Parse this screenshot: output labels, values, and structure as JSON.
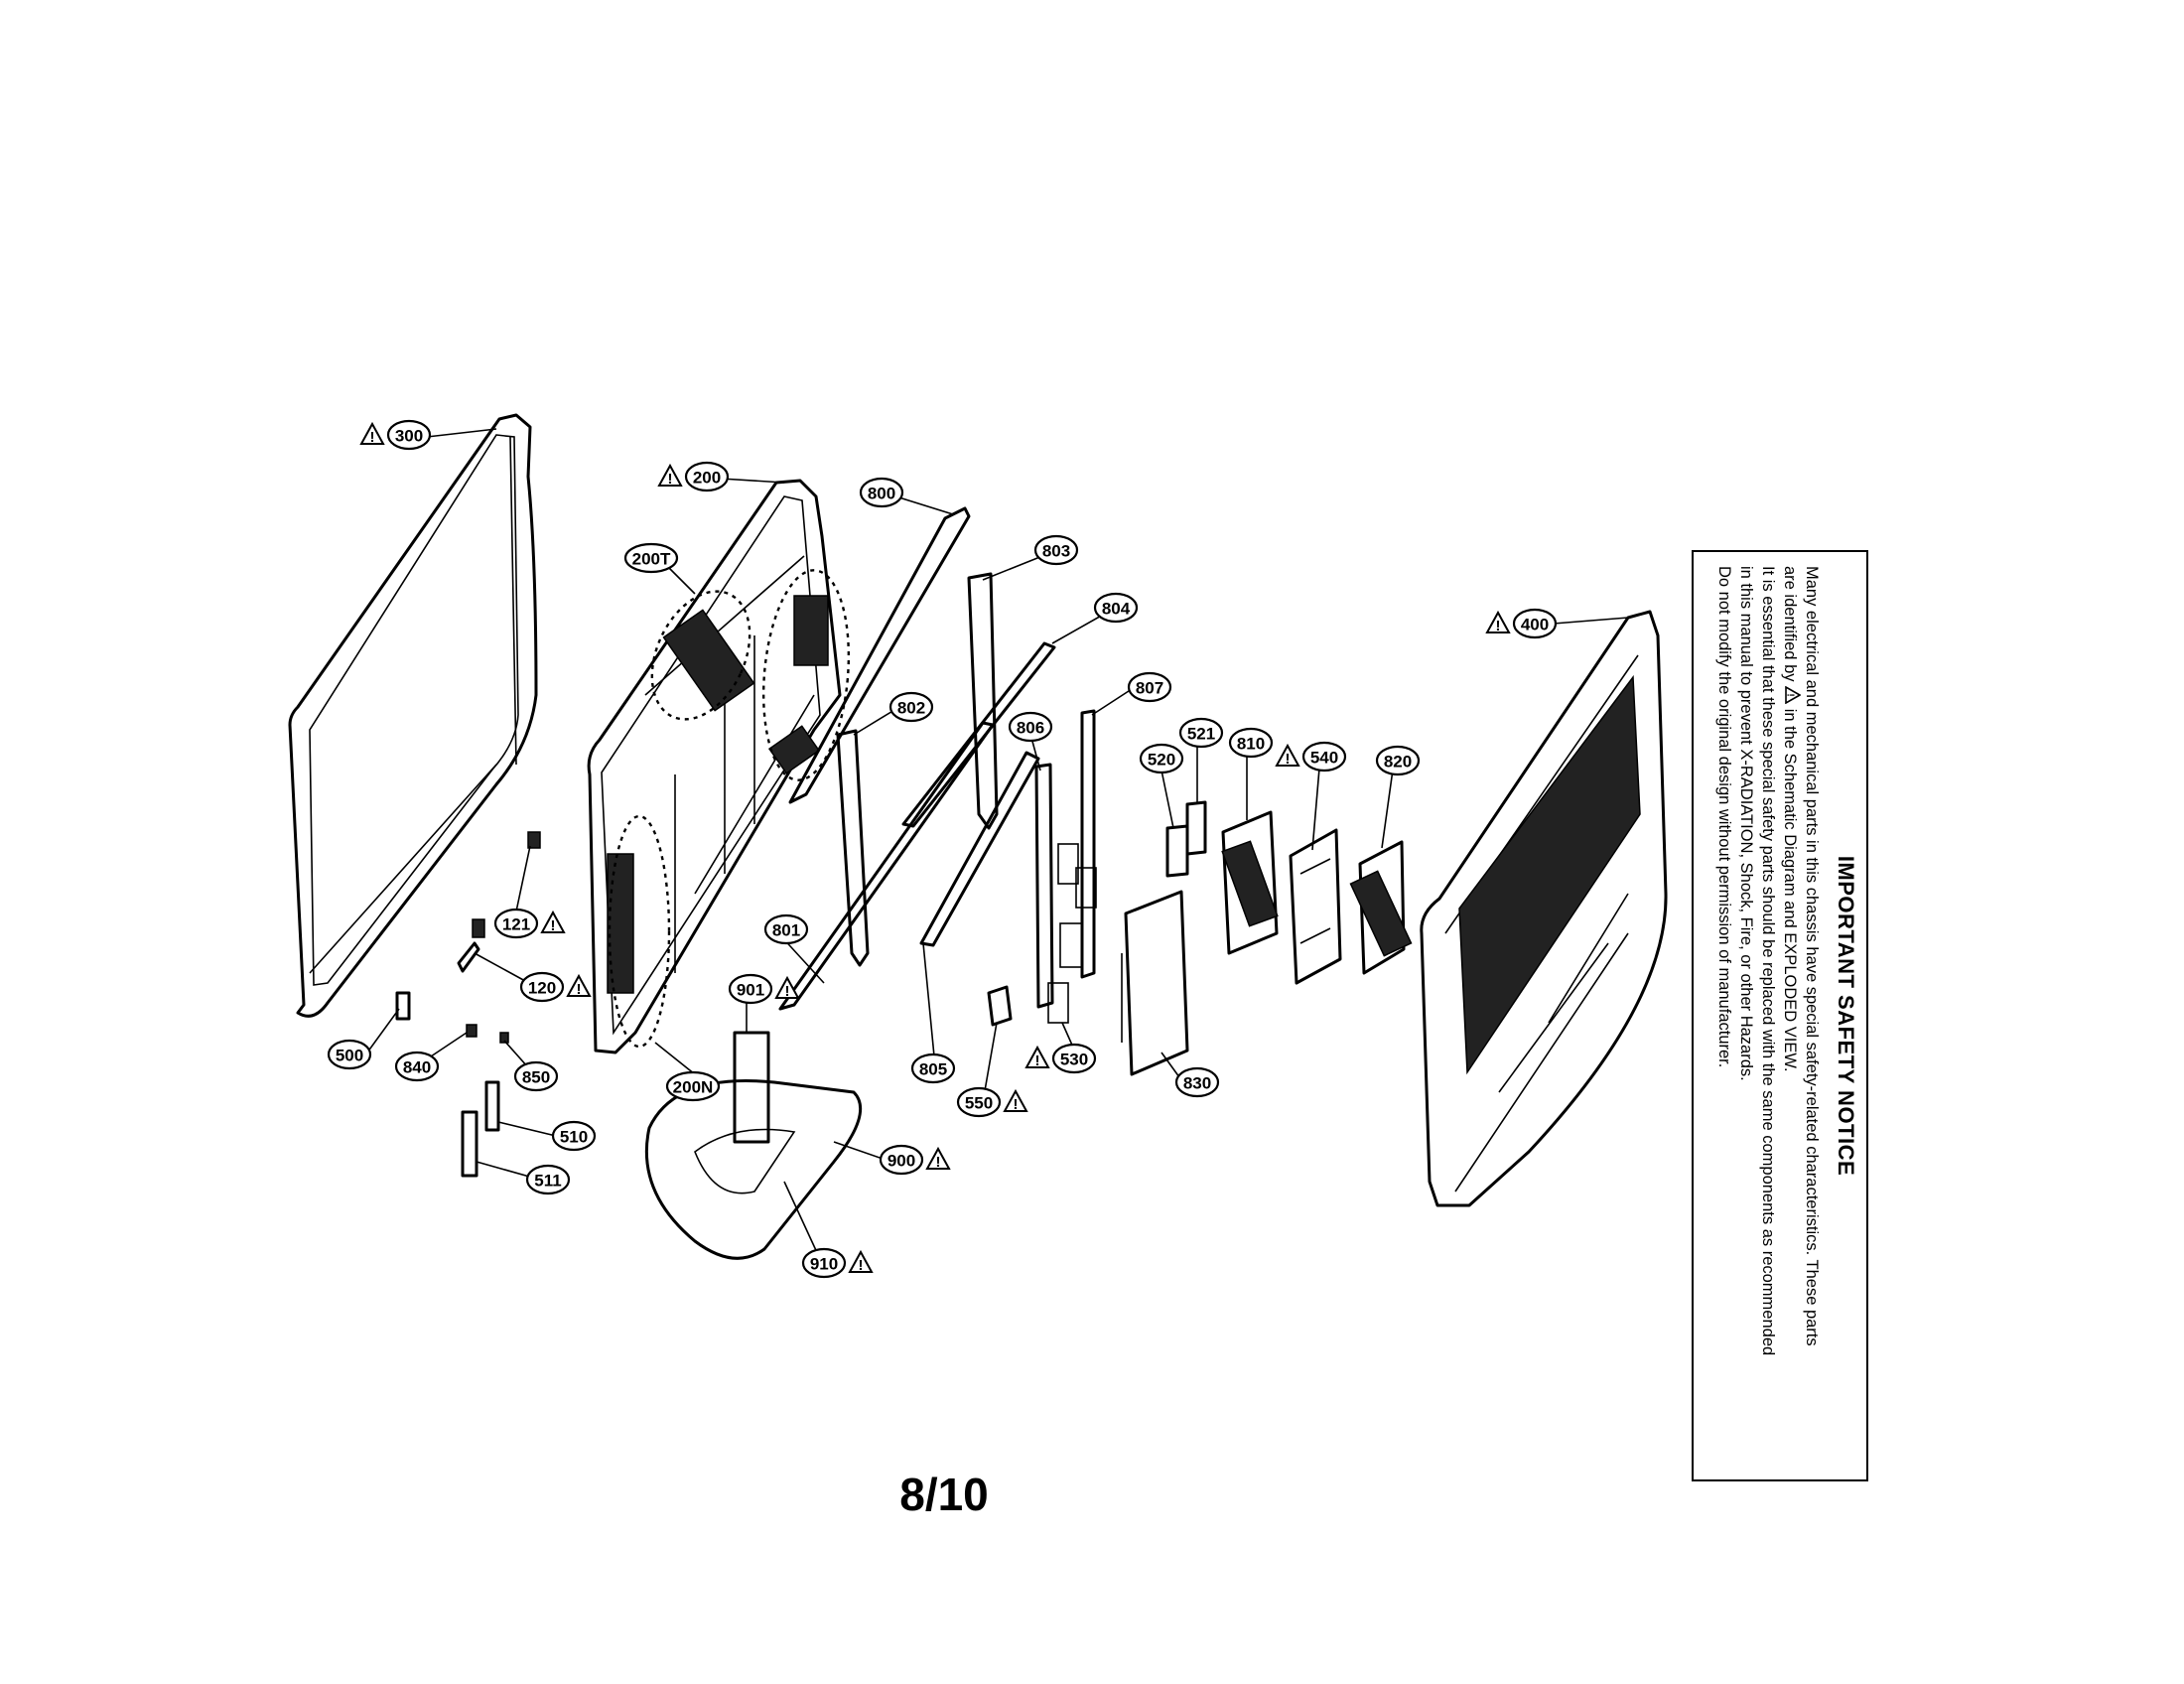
{
  "diagram": {
    "callouts": [
      {
        "id": "c300",
        "label": "300",
        "warning": true
      },
      {
        "id": "c200",
        "label": "200",
        "warning": true
      },
      {
        "id": "c200T",
        "label": "200T",
        "warning": false
      },
      {
        "id": "c800",
        "label": "800",
        "warning": false
      },
      {
        "id": "c803",
        "label": "803",
        "warning": false
      },
      {
        "id": "c804",
        "label": "804",
        "warning": false
      },
      {
        "id": "c802",
        "label": "802",
        "warning": false
      },
      {
        "id": "c807",
        "label": "807",
        "warning": false
      },
      {
        "id": "c806",
        "label": "806",
        "warning": false
      },
      {
        "id": "c520",
        "label": "520",
        "warning": false
      },
      {
        "id": "c521",
        "label": "521",
        "warning": false
      },
      {
        "id": "c810",
        "label": "810",
        "warning": false
      },
      {
        "id": "c540",
        "label": "540",
        "warning": true
      },
      {
        "id": "c820",
        "label": "820",
        "warning": false
      },
      {
        "id": "c400",
        "label": "400",
        "warning": true
      },
      {
        "id": "c121",
        "label": "121",
        "warning": true
      },
      {
        "id": "c120",
        "label": "120",
        "warning": true
      },
      {
        "id": "c801",
        "label": "801",
        "warning": false
      },
      {
        "id": "c901",
        "label": "901",
        "warning": true
      },
      {
        "id": "c500",
        "label": "500",
        "warning": false
      },
      {
        "id": "c840",
        "label": "840",
        "warning": false
      },
      {
        "id": "c850",
        "label": "850",
        "warning": false
      },
      {
        "id": "c200N",
        "label": "200N",
        "warning": false
      },
      {
        "id": "c805",
        "label": "805",
        "warning": false
      },
      {
        "id": "c550",
        "label": "550",
        "warning": true
      },
      {
        "id": "c530",
        "label": "530",
        "warning": true
      },
      {
        "id": "c830",
        "label": "830",
        "warning": false
      },
      {
        "id": "c510",
        "label": "510",
        "warning": false
      },
      {
        "id": "c511",
        "label": "511",
        "warning": false
      },
      {
        "id": "c900",
        "label": "900",
        "warning": true
      },
      {
        "id": "c910",
        "label": "910",
        "warning": true
      }
    ],
    "warning_symbol": "!"
  },
  "page": {
    "number": "8/10"
  },
  "notice": {
    "title": "IMPORTANT SAFETY NOTICE",
    "line1": "Many electrical and mechanical parts in this chassis have special safety-related characteristics. These parts",
    "line2_pre": "are identified by",
    "line2_post": "in the Schematic Diagram and EXPLODED VIEW.",
    "line3": "It is essential that these special safety parts should be replaced with the same components as recommended",
    "line4": "in this manual to prevent X-RADIATION, Shock, Fire, or other Hazards.",
    "line5": "Do not modify the original design without permission of manufacturer.",
    "symbol": "!"
  }
}
